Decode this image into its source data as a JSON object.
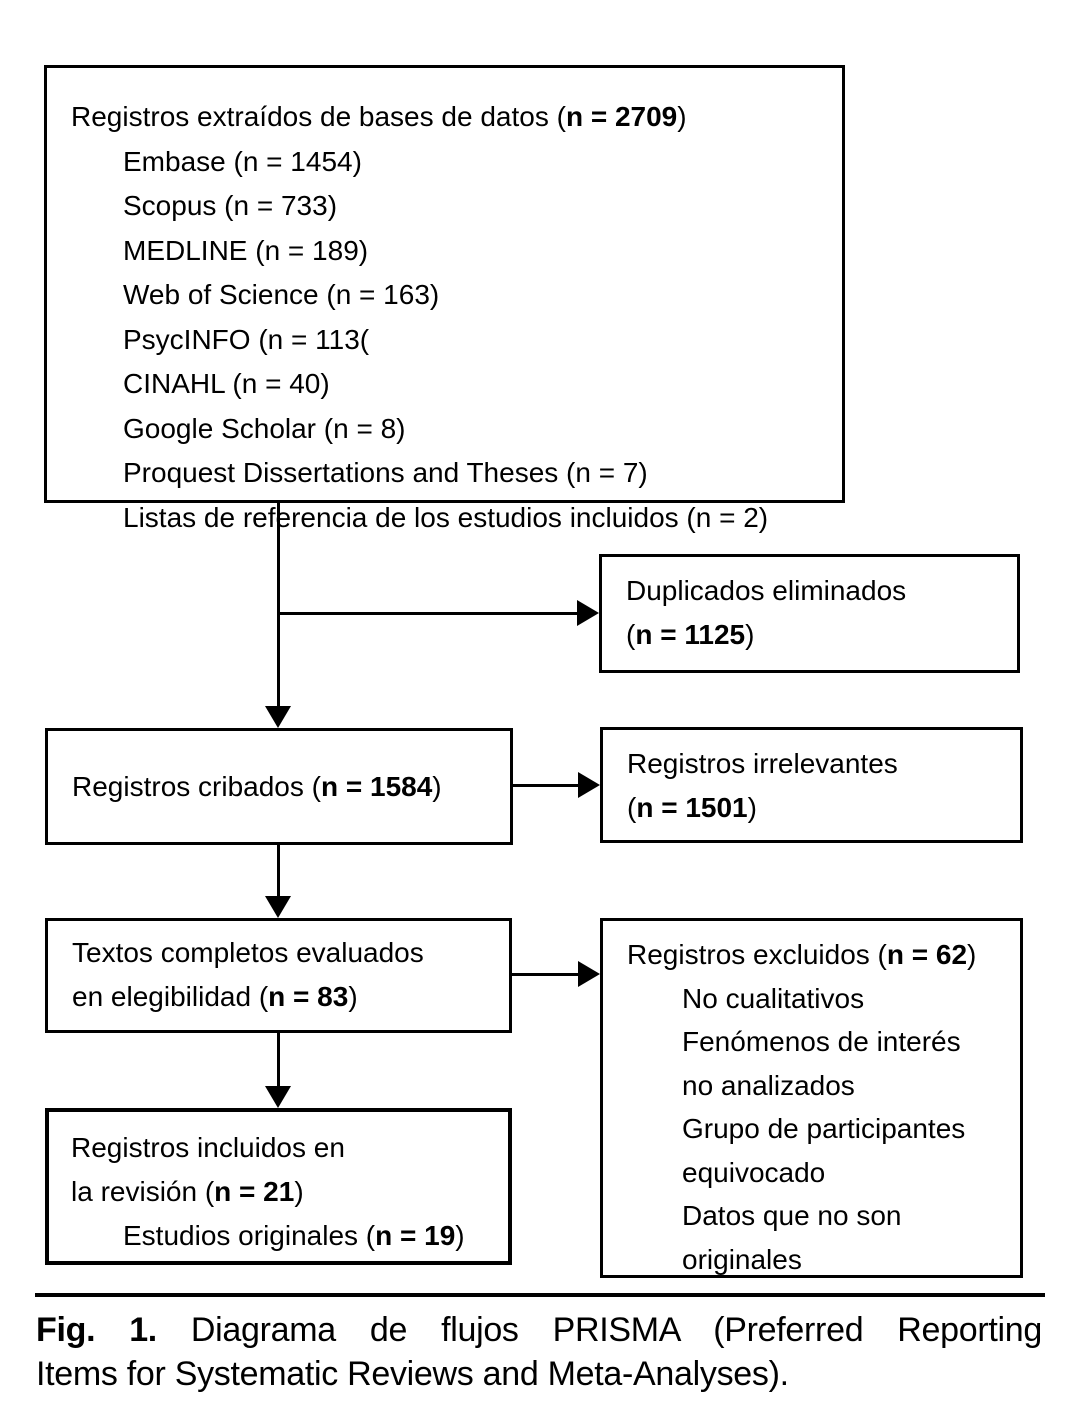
{
  "diagram": {
    "identification": {
      "title": [
        {
          "t": "Registros extraídos de bases de datos ("
        },
        {
          "t": "n = 2709",
          "b": true
        },
        {
          "t": ")"
        }
      ],
      "sources": [
        "Embase (n = 1454)",
        "Scopus (n = 733)",
        "MEDLINE (n = 189)",
        "Web of Science (n = 163)",
        "PsycINFO (n = 113(",
        "CINAHL (n = 40)",
        "Google Scholar (n = 8)",
        "Proquest Dissertations and Theses (n = 7)",
        "Listas de referencia de los estudios incluidos (n = 2)"
      ]
    },
    "duplicates_removed": {
      "line1": [
        {
          "t": "Duplicados eliminados"
        }
      ],
      "line2": [
        {
          "t": "("
        },
        {
          "t": "n = 1125",
          "b": true
        },
        {
          "t": ")"
        }
      ]
    },
    "screened": {
      "line1": [
        {
          "t": "Registros cribados ("
        },
        {
          "t": "n = 1584",
          "b": true
        },
        {
          "t": ")"
        }
      ]
    },
    "irrelevant": {
      "line1": [
        {
          "t": "Registros irrelevantes"
        }
      ],
      "line2": [
        {
          "t": "("
        },
        {
          "t": "n = 1501",
          "b": true
        },
        {
          "t": ")"
        }
      ]
    },
    "full_text_assessed": {
      "line1": [
        {
          "t": "Textos completos evaluados"
        }
      ],
      "line2": [
        {
          "t": "en elegibilidad ("
        },
        {
          "t": "n = 83",
          "b": true
        },
        {
          "t": ")"
        }
      ]
    },
    "excluded": {
      "title": [
        {
          "t": "Registros excluidos ("
        },
        {
          "t": "n = 62",
          "b": true
        },
        {
          "t": ")"
        }
      ],
      "reasons": [
        "No cualitativos",
        "Fenómenos de interés no analizados",
        "Grupo de participantes equivocado",
        "Datos que no son originales"
      ]
    },
    "included": {
      "line1": [
        {
          "t": "Registros incluidos en"
        }
      ],
      "line2": [
        {
          "t": "la revisión ("
        },
        {
          "t": "n = 21",
          "b": true
        },
        {
          "t": ")"
        }
      ],
      "sub": [
        {
          "t": "Estudios originales ("
        },
        {
          "t": "n = 19",
          "b": true
        },
        {
          "t": ")"
        }
      ]
    },
    "caption": {
      "line1": [
        {
          "t": "Fig. 1.",
          "b": true
        },
        {
          "t": " Diagrama de flujos PRISMA (Preferred Reporting"
        }
      ],
      "line2": [
        {
          "t": "Items for Systematic Reviews and Meta-Analyses)."
        }
      ]
    },
    "colors": {
      "stroke": "#000000",
      "background": "#ffffff",
      "text": "#000000"
    }
  }
}
